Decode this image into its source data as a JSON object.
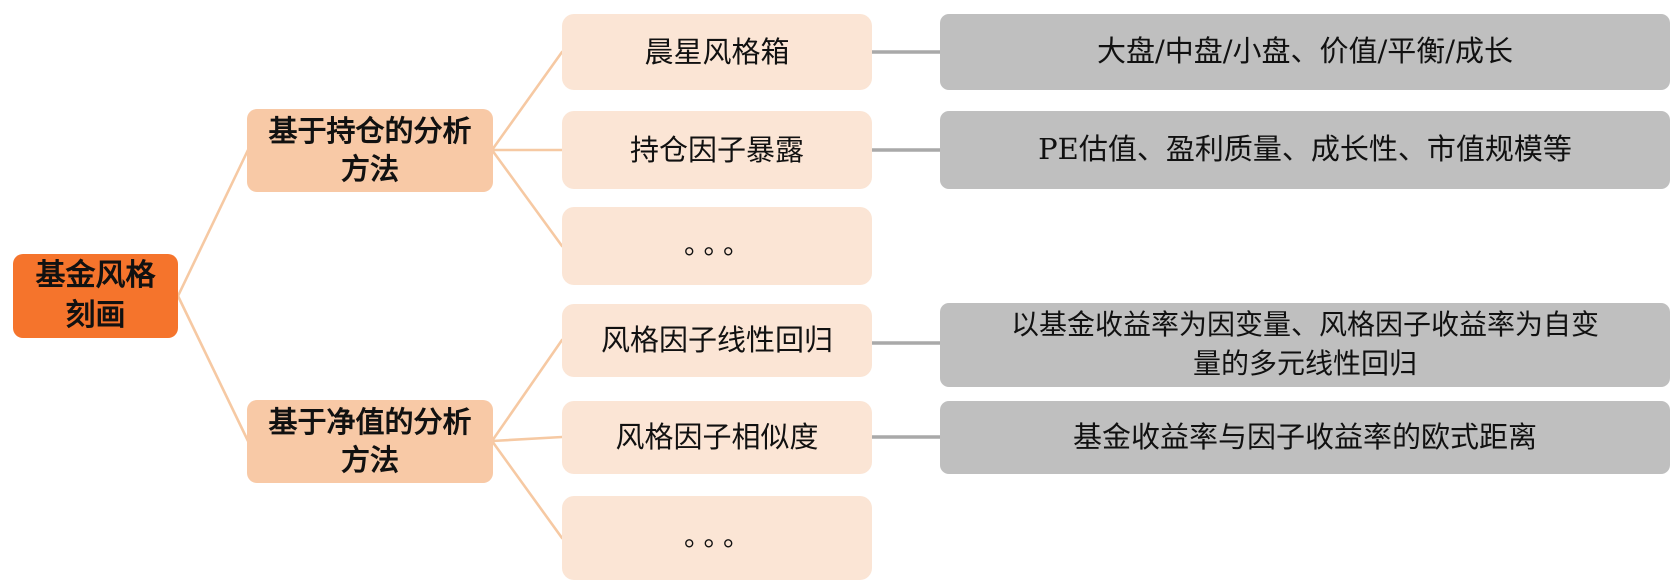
{
  "colors": {
    "root_fill": "#F5742C",
    "branch_fill": "#F8C9A6",
    "leaf_fill": "#FBE5D5",
    "detail_fill": "#BFBFBF",
    "branch_line": "#F6C9A3",
    "detail_line": "#A9A9A9",
    "text": "#111111"
  },
  "root": {
    "label": "基金风格刻画",
    "lines": [
      "基金风格",
      "刻画"
    ]
  },
  "branches": [
    {
      "label": "基于持仓的分析方法",
      "lines": [
        "基于持仓的分析",
        "方法"
      ],
      "children": [
        {
          "label": "晨星风格箱",
          "detail": "大盘/中盘/小盘、价值/平衡/成长"
        },
        {
          "label": "持仓因子暴露",
          "detail": "PE估值、盈利质量、成长性、市值规模等"
        },
        {
          "label": "。。。"
        }
      ]
    },
    {
      "label": "基于净值的分析方法",
      "lines": [
        "基于净值的分析",
        "方法"
      ],
      "children": [
        {
          "label": "风格因子线性回归",
          "detail": "以基金收益率为因变量、风格因子收益率为自变量的多元线性回归",
          "detail_lines": [
            "以基金收益率为因变量、风格因子收益率为自变",
            "量的多元线性回归"
          ]
        },
        {
          "label": "风格因子相似度",
          "detail": "基金收益率与因子收益率的欧式距离"
        },
        {
          "label": "。。。"
        }
      ]
    }
  ]
}
